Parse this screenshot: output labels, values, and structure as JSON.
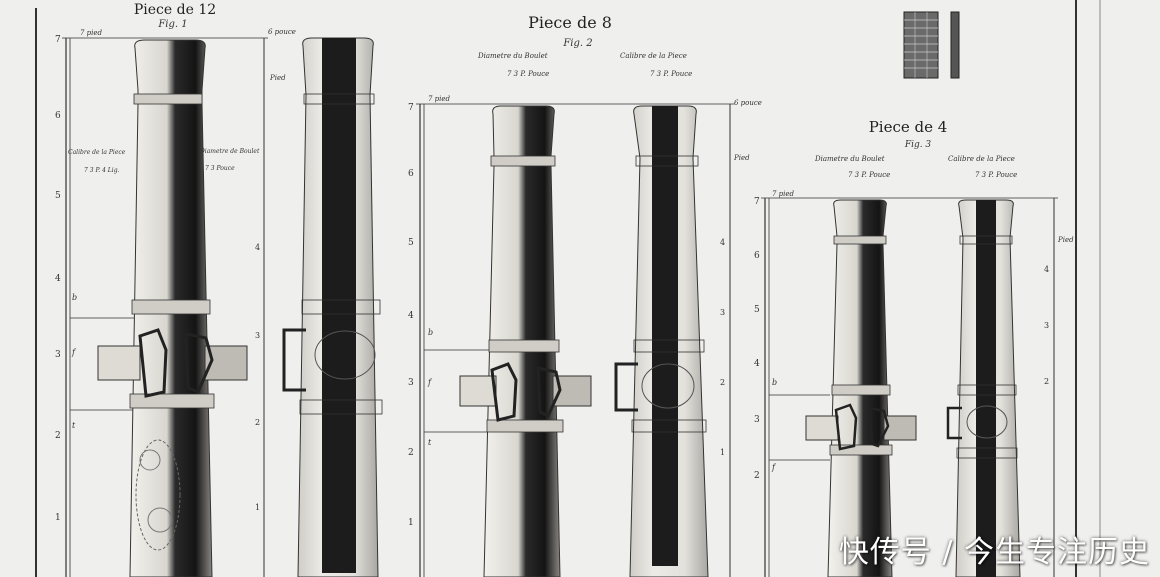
{
  "colors": {
    "paper": "#efefed",
    "ink": "#2b2b2b",
    "shadow": "#1a1a1a",
    "metal": "#d9d7d0"
  },
  "pieces": [
    {
      "title": "Piece de 12",
      "fig": "Fig. 1",
      "top_label": "7 pied",
      "side_label_right": "6 pouce",
      "side_label_right_2": "Pied",
      "note_left_title": "Calibre de la Piece",
      "note_left_value": "7 3 P. 4 Lig.",
      "note_right_title": "Diametre de Boulet",
      "note_right_value": "7 3 Pouce",
      "scale": [
        "7",
        "6",
        "5",
        "4",
        "3",
        "2",
        "1"
      ],
      "scale_right": [
        "4",
        "3",
        "2",
        "1"
      ],
      "marks": [
        "b",
        "f",
        "t"
      ]
    },
    {
      "title": "Piece de 8",
      "fig": "Fig. 2",
      "top_label": "7 pied",
      "side_label_right": "6 pouce",
      "side_label_right_2": "Pied",
      "note_left_title": "Diametre du Boulet",
      "note_left_value": "7 3 P. Pouce",
      "note_right_title": "Calibre de la Piece",
      "note_right_value": "7 3 P. Pouce",
      "scale": [
        "7",
        "6",
        "5",
        "4",
        "3",
        "2",
        "1"
      ],
      "scale_right": [
        "4",
        "3",
        "2",
        "1"
      ],
      "marks": [
        "b",
        "f",
        "t"
      ]
    },
    {
      "title": "Piece de 4",
      "fig": "Fig. 3",
      "top_label": "7 pied",
      "side_label_right": "Pied",
      "note_left_title": "Diametre du Boulet",
      "note_left_value": "7 3 P. Pouce",
      "note_right_title": "Calibre de la Piece",
      "note_right_value": "7 3 P. Pouce",
      "scale": [
        "7",
        "6",
        "5",
        "4",
        "3",
        "2"
      ],
      "scale_right": [
        "4",
        "3",
        "2"
      ],
      "marks": [
        "b",
        "f"
      ]
    }
  ],
  "watermark": "快传号 / 今生专注历史"
}
